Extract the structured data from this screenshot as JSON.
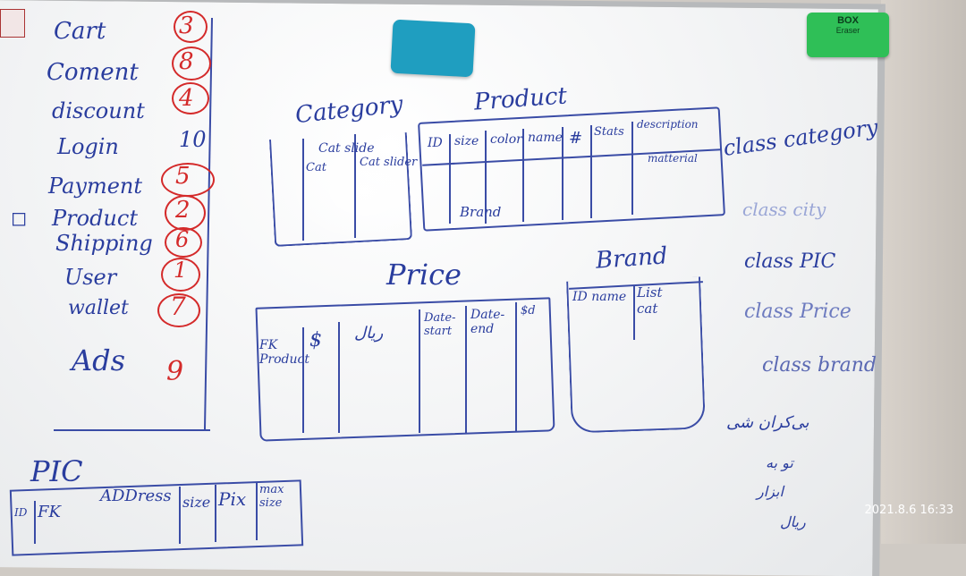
{
  "list": [
    {
      "text": "Cart",
      "num": "3"
    },
    {
      "text": "Coment",
      "num": "8"
    },
    {
      "text": "discount",
      "num": "4"
    },
    {
      "text": "Login",
      "num": "10"
    },
    {
      "text": "Payment",
      "num": "5"
    },
    {
      "text": "Product",
      "num": "2"
    },
    {
      "text": "Shipping",
      "num": "6"
    },
    {
      "text": "User",
      "num": "1"
    },
    {
      "text": "wallet",
      "num": "7"
    },
    {
      "text": "Ads",
      "num": "9"
    }
  ],
  "category": {
    "title": "Category",
    "col1": "Cat slide",
    "col2": "Cat slider",
    "row": "Cat"
  },
  "product": {
    "title": "Product",
    "cols": [
      "ID",
      "size",
      "color",
      "name",
      "#",
      "Stats",
      "description"
    ],
    "note": "Brand",
    "sub": "matterial"
  },
  "price": {
    "title": "Price",
    "cols": [
      "FK Product",
      "$",
      "ریال",
      "Date-start",
      "Date-end",
      "$d"
    ]
  },
  "brand": {
    "title": "Brand",
    "cols": [
      "ID name",
      "List cat"
    ]
  },
  "pic": {
    "title": "PIC",
    "cols": [
      "ID",
      "FK",
      "ADDress",
      "size",
      "Pix",
      "max size"
    ]
  },
  "classes": [
    "class category",
    "class city",
    "class PIC",
    "class Price",
    "class brand"
  ],
  "persian": [
    "بی‌کران شی",
    "تو به",
    "ابزار",
    "ریال"
  ],
  "eraser_green": {
    "brand": "BOX",
    "line2": "Eraser"
  },
  "timestamp": "2021.8.6  16:33"
}
